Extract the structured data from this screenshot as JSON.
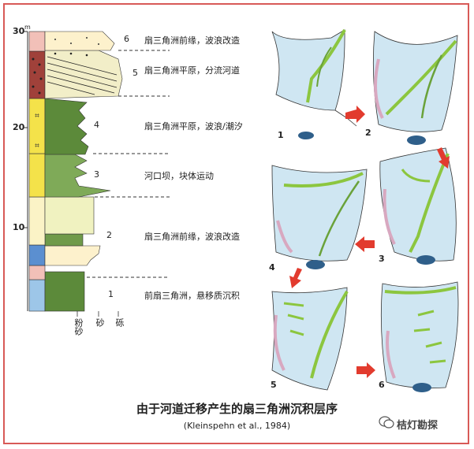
{
  "column": {
    "unit": "m",
    "depth_ticks": [
      "30",
      "20",
      "10"
    ],
    "grain_labels": [
      "粉砂",
      "砂",
      "砾"
    ],
    "units": [
      {
        "number": "6",
        "label": "扇三角洲前缘，波浪改造"
      },
      {
        "number": "5",
        "label": "扇三角洲平原，分流河道"
      },
      {
        "number": "4",
        "label": "扇三角洲平原，波浪/潮汐"
      },
      {
        "number": "3",
        "label": "河口坝，块体运动"
      },
      {
        "number": "2",
        "label": "扇三角洲前缘，波浪改造"
      },
      {
        "number": "1",
        "label": "前扇三角洲，悬移质沉积"
      }
    ]
  },
  "stages": [
    "1",
    "2",
    "3",
    "4",
    "5",
    "6"
  ],
  "colors": {
    "frame": "#d85a57",
    "fan_fill": "#cfe6f2",
    "channel_green": "#8cc63f",
    "arrow_red": "#e23b2e",
    "yellow_unit": "#f4e24a",
    "dark_green_unit": "#5c8a3a",
    "blue_unit": "#5b8fd0",
    "pink_top": "#f2c0b8",
    "lobe_dark_blue": "#2f5f8a",
    "beach_pink": "#d8a8c0"
  },
  "caption": "由于河道迁移产生的扇三角洲沉积层序",
  "citation": "(Kleinspehn et al., 1984)",
  "watermark": "桔灯勘探"
}
